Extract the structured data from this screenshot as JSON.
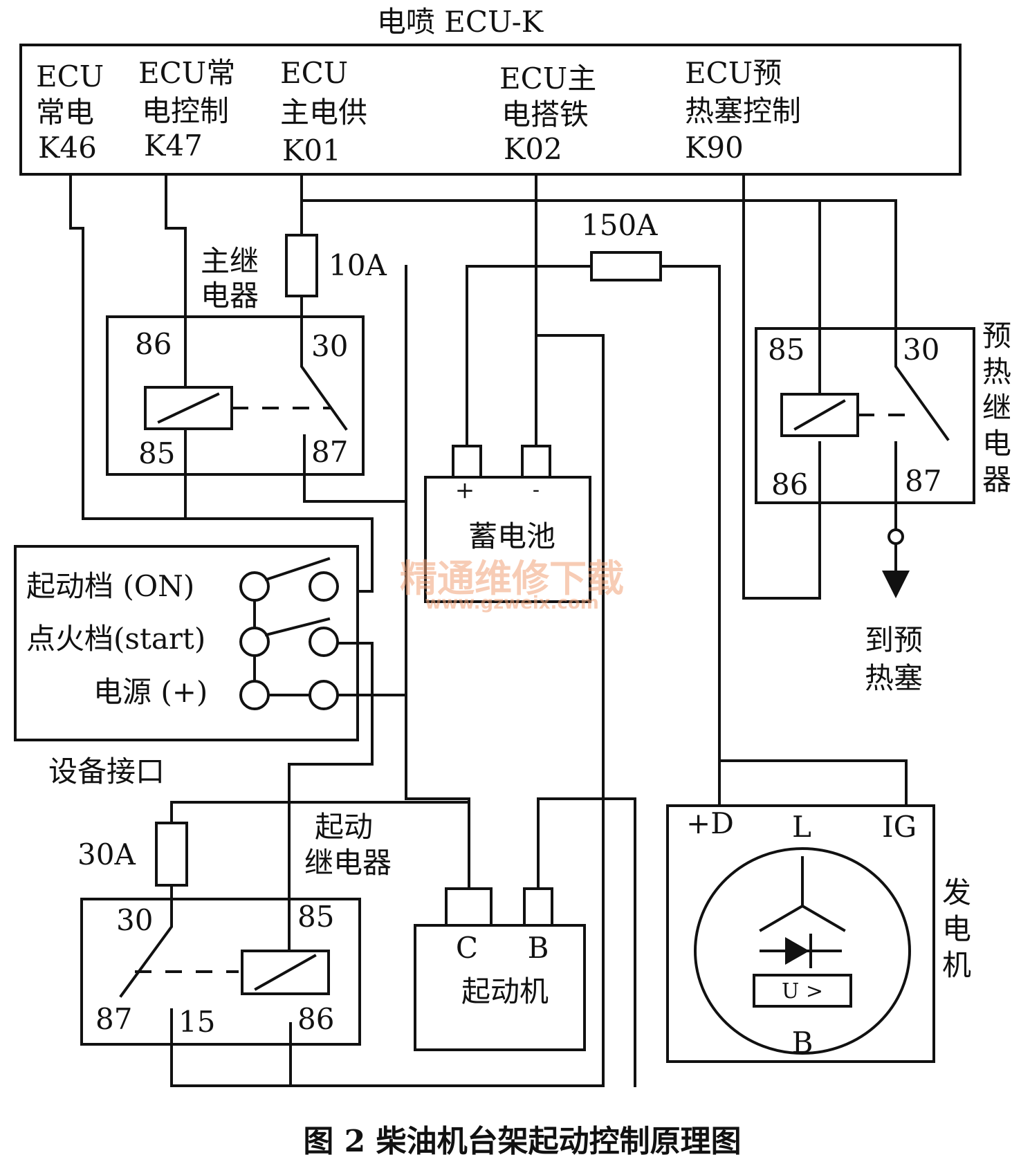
{
  "title": "电喷 ECU-K",
  "caption": "图 2   柴油机台架起动控制原理图",
  "ecu_pins": [
    {
      "name": "ECU\n常电",
      "code": "K46"
    },
    {
      "name": "ECU常\n电控制",
      "code": "K47"
    },
    {
      "name": "ECU\n主电供",
      "code": "K01"
    },
    {
      "name": "ECU主\n电搭铁",
      "code": "K02"
    },
    {
      "name": "ECU预\n热塞控制",
      "code": "K90"
    }
  ],
  "fuses": {
    "main_fuse": "10A",
    "big_fuse": "150A",
    "start_fuse": "30A"
  },
  "main_relay": {
    "label": "主继\n电器",
    "pin_86": "86",
    "pin_30": "30",
    "pin_85": "85",
    "pin_87": "87"
  },
  "preheat_relay": {
    "label": "预\n热\n继\n电\n器",
    "pin_85": "85",
    "pin_30": "30",
    "pin_86": "86",
    "pin_87": "87",
    "to_plug": "到预\n热塞"
  },
  "battery": {
    "label": "蓄电池",
    "plus": "+",
    "minus": "-"
  },
  "switch": {
    "label": "设备接口",
    "pos_on": "起动档 (ON)",
    "pos_start": "点火档(start)",
    "pos_power": "电源  (+)"
  },
  "start_relay": {
    "label": "起动\n继电器",
    "pin_30": "30",
    "pin_85": "85",
    "pin_87": "87",
    "pin_15": "15",
    "pin_86": "86"
  },
  "starter": {
    "label": "起动机",
    "term_c": "C",
    "term_b": "B"
  },
  "generator": {
    "label": "发\n电\n机",
    "term_d": "+D",
    "term_l": "L",
    "term_ig": "IG",
    "term_b": "B",
    "regulator": "U >"
  },
  "watermark": {
    "line1": "精通维修下载",
    "line2": "www.gzweix.com"
  }
}
